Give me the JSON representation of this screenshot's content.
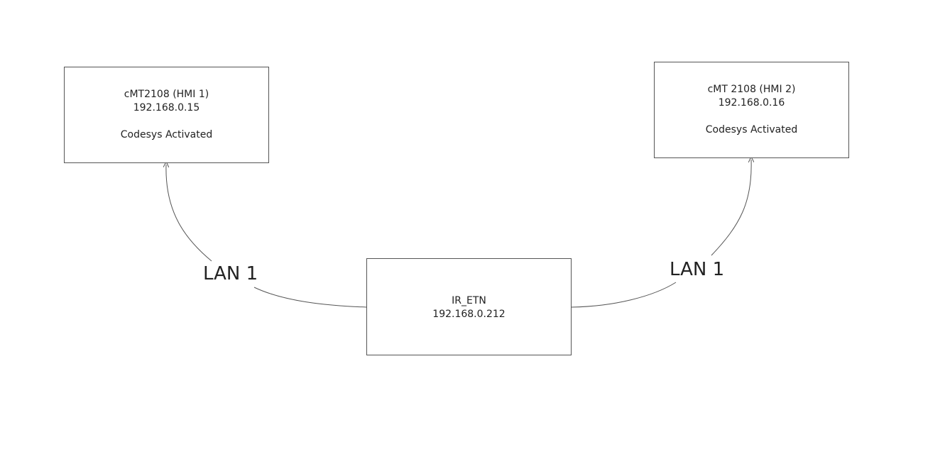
{
  "nodes": {
    "hmi1": {
      "title": "cMT2108 (HMI 1)",
      "ip": "192.168.0.15",
      "status": "Codesys Activated"
    },
    "hmi2": {
      "title": "cMT 2108 (HMI 2)",
      "ip": "192.168.0.16",
      "status": "Codesys Activated"
    },
    "ir_etn": {
      "title": "IR_ETN",
      "ip": "192.168.0.212"
    }
  },
  "edges": [
    {
      "from": "ir_etn",
      "to": "hmi1",
      "label": "LAN 1"
    },
    {
      "from": "ir_etn",
      "to": "hmi2",
      "label": "LAN 1"
    }
  ],
  "colors": {
    "line": "#555555",
    "border": "#555555",
    "text": "#222222",
    "background": "#ffffff"
  }
}
